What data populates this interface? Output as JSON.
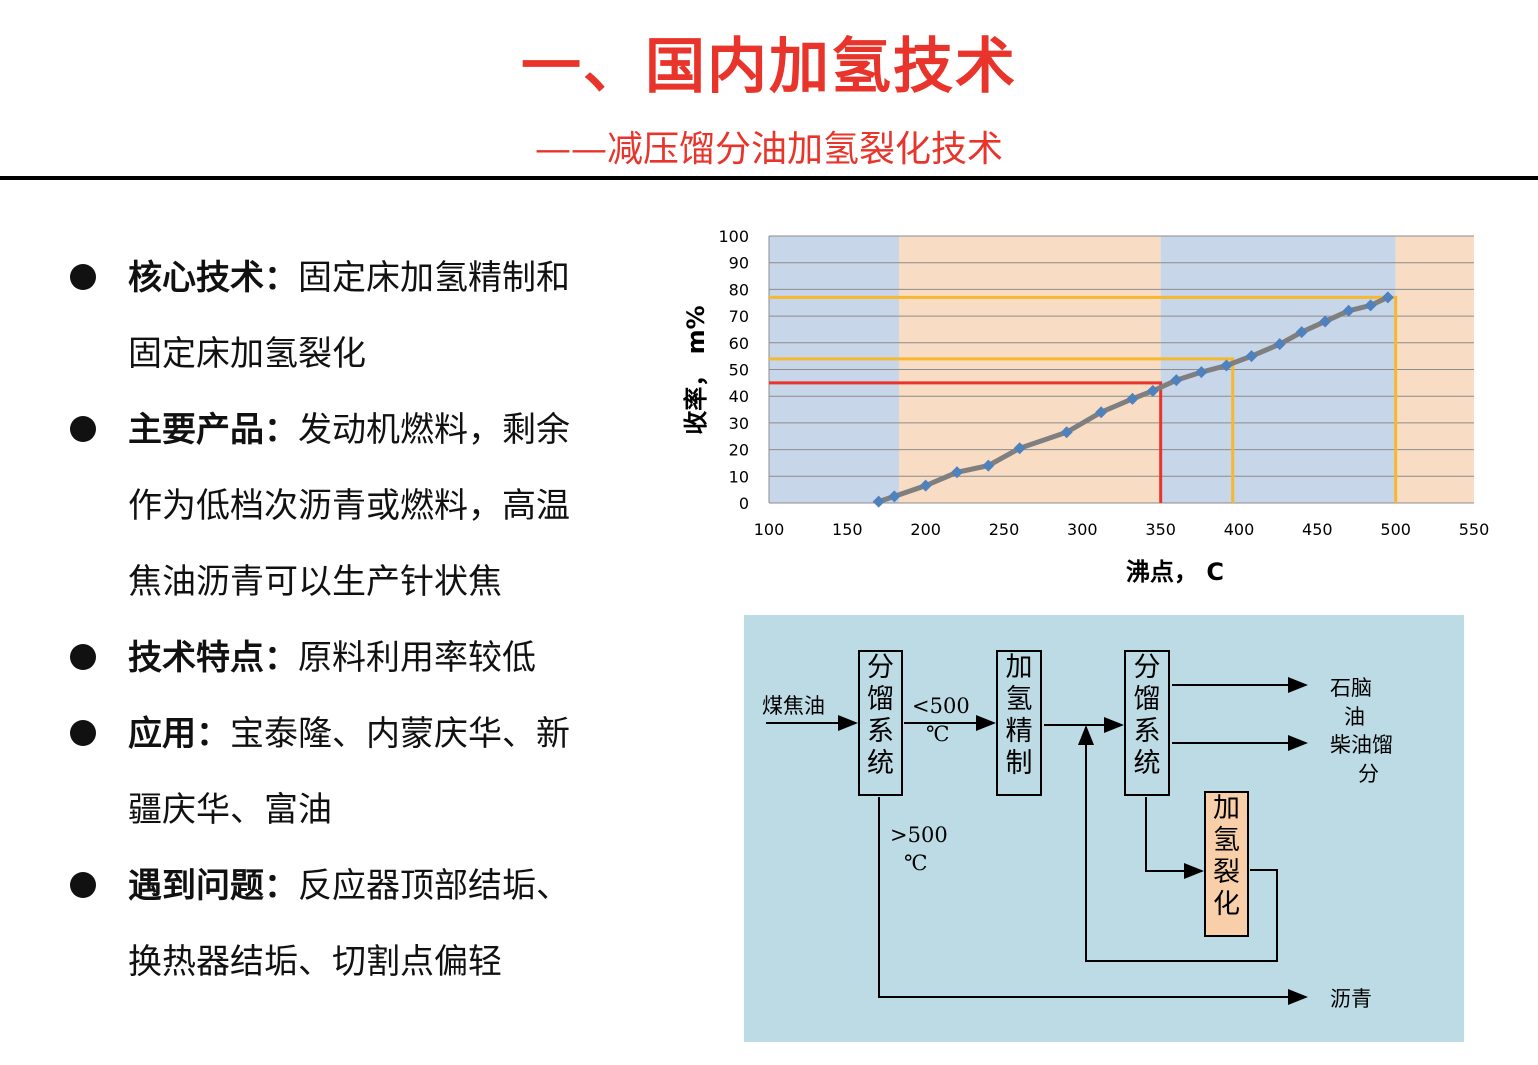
{
  "title": "一、国内加氢技术",
  "subtitle": "——减压馏分油加氢裂化技术",
  "bullets": [
    {
      "head": "核心技术：",
      "lines": [
        "固定床加氢精制和",
        "固定床加氢裂化"
      ]
    },
    {
      "head": "主要产品：",
      "lines": [
        "发动机燃料，剩余",
        "作为低档次沥青或燃料，高温",
        "焦油沥青可以生产针状焦"
      ]
    },
    {
      "head": "技术特点：",
      "lines": [
        "原料利用率较低"
      ]
    },
    {
      "head": "应用：",
      "lines": [
        "宝泰隆、内蒙庆华、新",
        "疆庆华、富油"
      ]
    },
    {
      "head": "遇到问题：",
      "lines": [
        "反应器顶部结垢、",
        "换热器结垢、切割点偏轻"
      ]
    }
  ],
  "chart_data": {
    "type": "line",
    "xlabel": "沸点，   C",
    "ylabel": "收率，  m%",
    "xlim": [
      100,
      550
    ],
    "ylim": [
      0,
      100
    ],
    "xticks": [
      "100",
      "150",
      "200",
      "250",
      "300",
      "350",
      "400",
      "450",
      "500",
      "550"
    ],
    "yticks": [
      "0",
      "10",
      "20",
      "30",
      "40",
      "50",
      "60",
      "70",
      "80",
      "90",
      "100"
    ],
    "bands": [
      {
        "from": 100,
        "to": 183,
        "color": "#c7d6e9"
      },
      {
        "from": 183,
        "to": 350,
        "color": "#f8dcc4"
      },
      {
        "from": 350,
        "to": 500,
        "color": "#c7d6e9"
      },
      {
        "from": 500,
        "to": 550,
        "color": "#f8dcc4"
      }
    ],
    "series": [
      {
        "x": [
          170,
          180,
          200,
          220,
          240,
          260,
          290,
          312,
          332,
          345,
          360,
          376,
          392,
          408,
          426,
          440,
          455,
          470,
          484,
          495
        ],
        "y": [
          0.5,
          2.5,
          6.5,
          11.5,
          14,
          20.5,
          26.5,
          34,
          39,
          42,
          46,
          49,
          51.5,
          55,
          59.5,
          64,
          68,
          72,
          74,
          77
        ]
      }
    ],
    "guides": [
      {
        "color": "#e8342a",
        "x": 350,
        "y": 45
      },
      {
        "color": "#f5b82e",
        "x": 396,
        "y": 54
      },
      {
        "color": "#f5b82e",
        "x": 500,
        "y": 77
      }
    ],
    "line_color": "#7f7f7f",
    "marker_color": "#4f81bd"
  },
  "flow": {
    "feed_label": "煤焦油",
    "box1": [
      "分",
      "馏",
      "系",
      "统"
    ],
    "box2": [
      "加",
      "氢",
      "精",
      "制"
    ],
    "box3": [
      "分",
      "馏",
      "系",
      "统"
    ],
    "box4": [
      "加",
      "氢",
      "裂",
      "化"
    ],
    "lt500a": "<500",
    "lt500b": "℃",
    "gt500a": ">500",
    "gt500b": "℃",
    "out1a": "石脑",
    "out1b": "油",
    "out2a": "柴油馏",
    "out2b": "分",
    "out3": "沥青",
    "box4_color": "#f8cfa8"
  }
}
